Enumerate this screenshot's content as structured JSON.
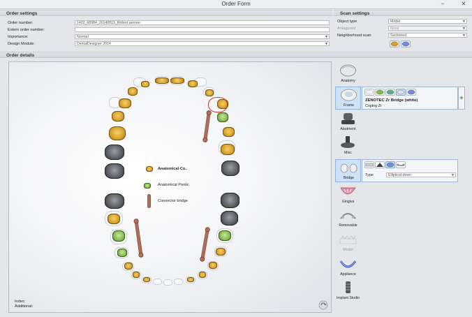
{
  "window": {
    "title": "Order Form",
    "minimize": "–",
    "close": "✕"
  },
  "order_settings": {
    "header": "Order settings",
    "order_number_label": "Order number:",
    "order_number_value": "1402_68984_20140813_Robert,aernee",
    "extern_label": "Extern order number:",
    "extern_value": "",
    "importance_label": "Importance:",
    "importance_value": "Normal",
    "design_module_label": "Design Module:",
    "design_module_value": "DentalDesigner 2014"
  },
  "scan_settings": {
    "header": "Scan settings",
    "object_type_label": "Object type",
    "object_type_value": "Model",
    "antagonist_label": "Antagonist",
    "antagonist_value": "None",
    "neighborhood_label": "Neighborhood scan",
    "neighborhood_value": "Sectioned"
  },
  "order_details": {
    "header": "Order details",
    "legend": [
      {
        "label": "Anatomical Co..",
        "kind": "gold"
      },
      {
        "label": "Anatomical Pontic",
        "kind": "green"
      },
      {
        "label": "Connector bridge",
        "kind": "bar"
      }
    ],
    "index_label": "Index:",
    "additional_label": "Additional:"
  },
  "sidebar": {
    "items": [
      {
        "label": "Anatomy"
      },
      {
        "label": "Frame"
      },
      {
        "label": "Abutment"
      },
      {
        "label": "Misc"
      },
      {
        "label": "Bridge"
      },
      {
        "label": "Gingiva"
      },
      {
        "label": "Removable"
      },
      {
        "label": "Model"
      },
      {
        "label": "Appliance"
      },
      {
        "label": "Implant Studio"
      }
    ]
  },
  "frame_panel": {
    "material": "ZENOTEC Zr Bridge (white)",
    "type": "Coping Zr",
    "add": "+"
  },
  "bridge_panel": {
    "type_label": "Type",
    "type_value": "Elliptical down"
  },
  "colors": {
    "accent": "#cfe1f5",
    "selection": "#d0342c",
    "gold": "#d8a12a",
    "green": "#86bb52",
    "connector": "#a76550"
  }
}
